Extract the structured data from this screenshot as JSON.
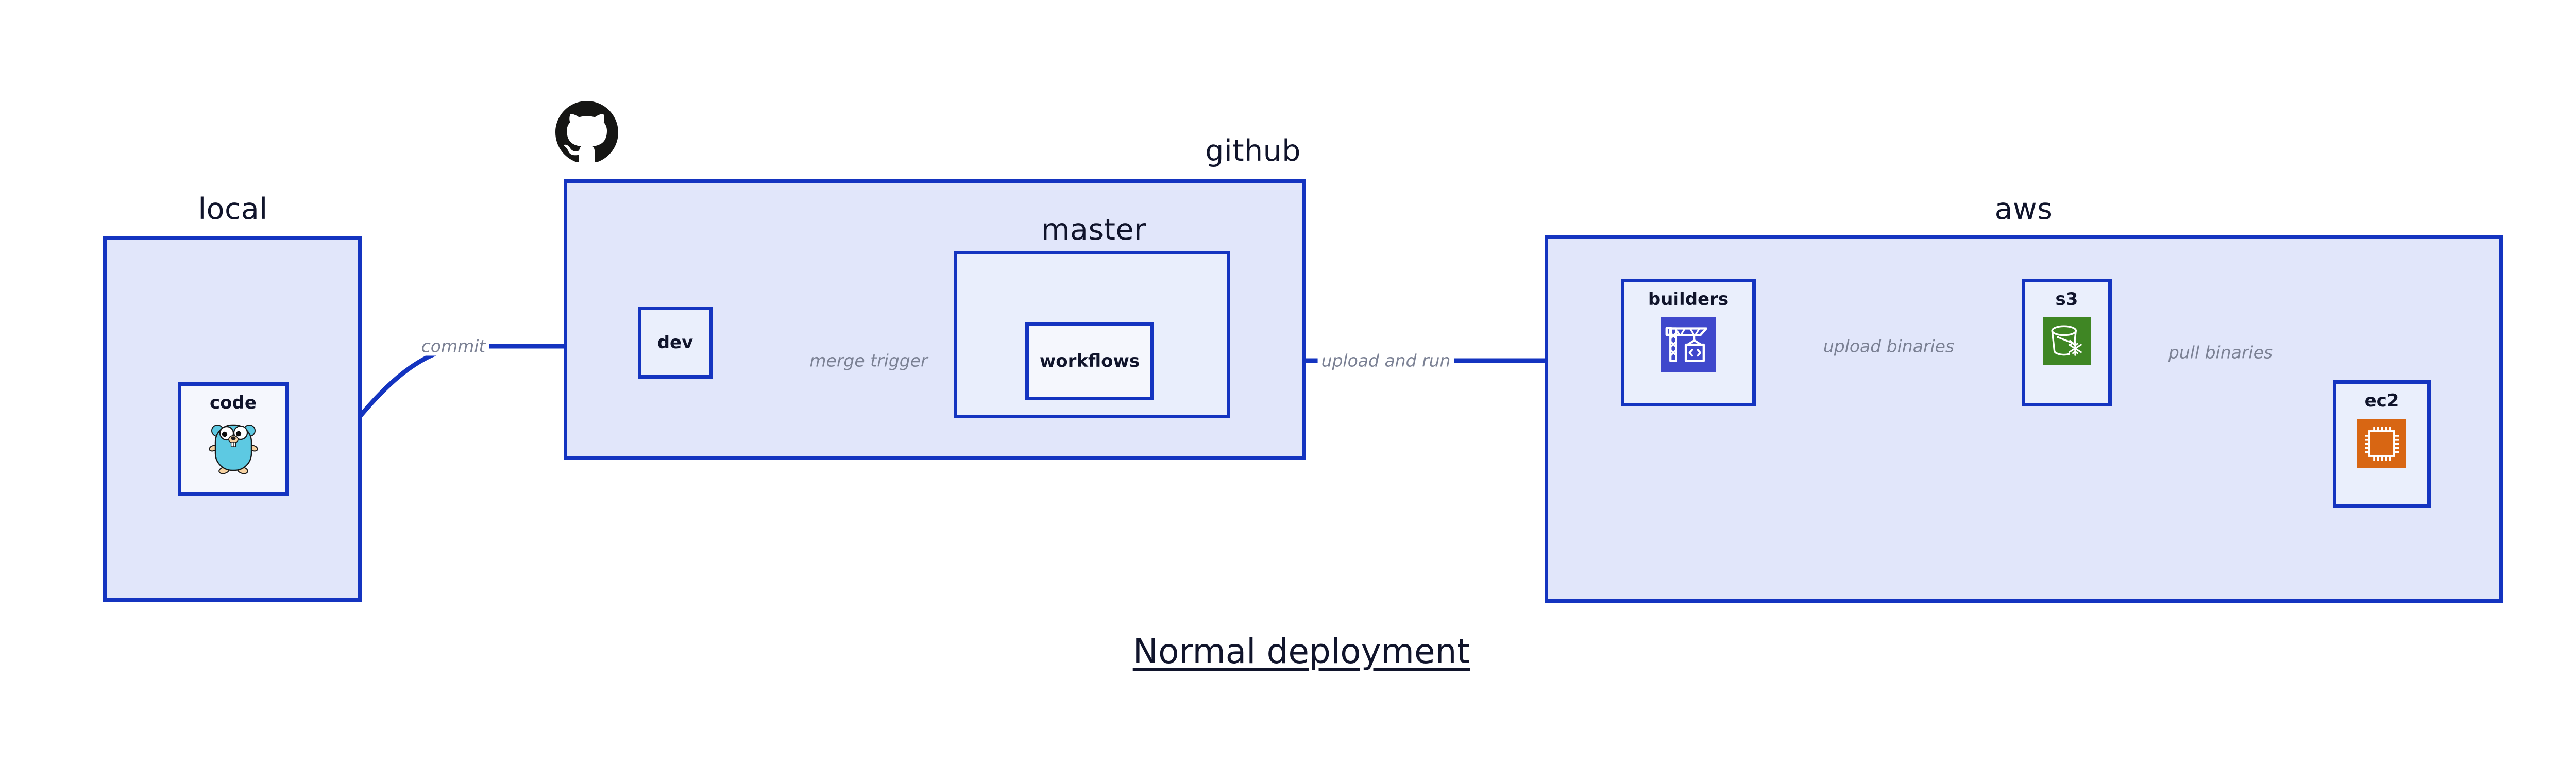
{
  "title": "Normal deployment",
  "colors": {
    "edge": "#1434c0",
    "group_fill": "#e1e6fa",
    "group_nested_fill": "#e9eefc",
    "node_fill": "#eaeffc",
    "node_plain_fill": "#f5f7fd",
    "border": "#1434c0",
    "label_text": "#10142b",
    "edge_label_text": "#7b8194",
    "codebuild_icon": "#3f48cc",
    "s3_icon": "#3f8624",
    "ec2_icon": "#d86613",
    "gopher_body": "#5dc9e2",
    "gopher_limb": "#f6d2a2",
    "github_logo": "#161614"
  },
  "groups": {
    "local": {
      "label": "local"
    },
    "github": {
      "label": "github"
    },
    "master": {
      "label": "master"
    },
    "aws": {
      "label": "aws"
    }
  },
  "nodes": {
    "code": {
      "label": "code",
      "icon": "go-gopher-icon"
    },
    "dev": {
      "label": "dev",
      "icon": "none"
    },
    "workflows": {
      "label": "workflows",
      "icon": "none"
    },
    "builders": {
      "label": "builders",
      "icon": "aws-codebuild-icon"
    },
    "s3": {
      "label": "s3",
      "icon": "aws-s3-glacier-icon"
    },
    "ec2": {
      "label": "ec2",
      "icon": "aws-ec2-icon"
    }
  },
  "edges": [
    {
      "id": "commit",
      "label": "commit",
      "from": "code",
      "to": "dev"
    },
    {
      "id": "merge-trigger",
      "label": "merge trigger",
      "from": "dev",
      "to": "workflows"
    },
    {
      "id": "upload-and-run",
      "label": "upload and run",
      "from": "workflows",
      "to": "builders"
    },
    {
      "id": "upload-binaries",
      "label": "upload binaries",
      "from": "builders",
      "to": "s3"
    },
    {
      "id": "pull-binaries",
      "label": "pull binaries",
      "from": "s3",
      "to": "ec2"
    }
  ],
  "logos": {
    "github": "github-octocat-logo"
  }
}
